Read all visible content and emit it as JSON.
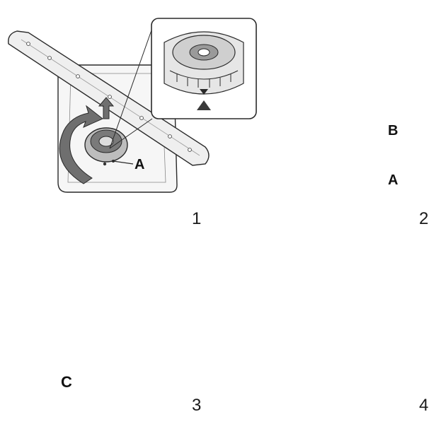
{
  "steps": [
    {
      "number": "1",
      "callouts": [
        "A"
      ]
    },
    {
      "number": "2",
      "callouts": [
        "B",
        "A"
      ]
    },
    {
      "number": "3",
      "callouts": [
        "C"
      ]
    },
    {
      "number": "4",
      "callouts": []
    }
  ],
  "colors": {
    "line": "#2a2a2a",
    "arm_fill": "#efefef",
    "tub_fill": "#f6f6f6",
    "plate_fill": "#9a9a9a",
    "arrow_fill": "#6f6f6f",
    "filter_dark": "#5a5a5a"
  }
}
